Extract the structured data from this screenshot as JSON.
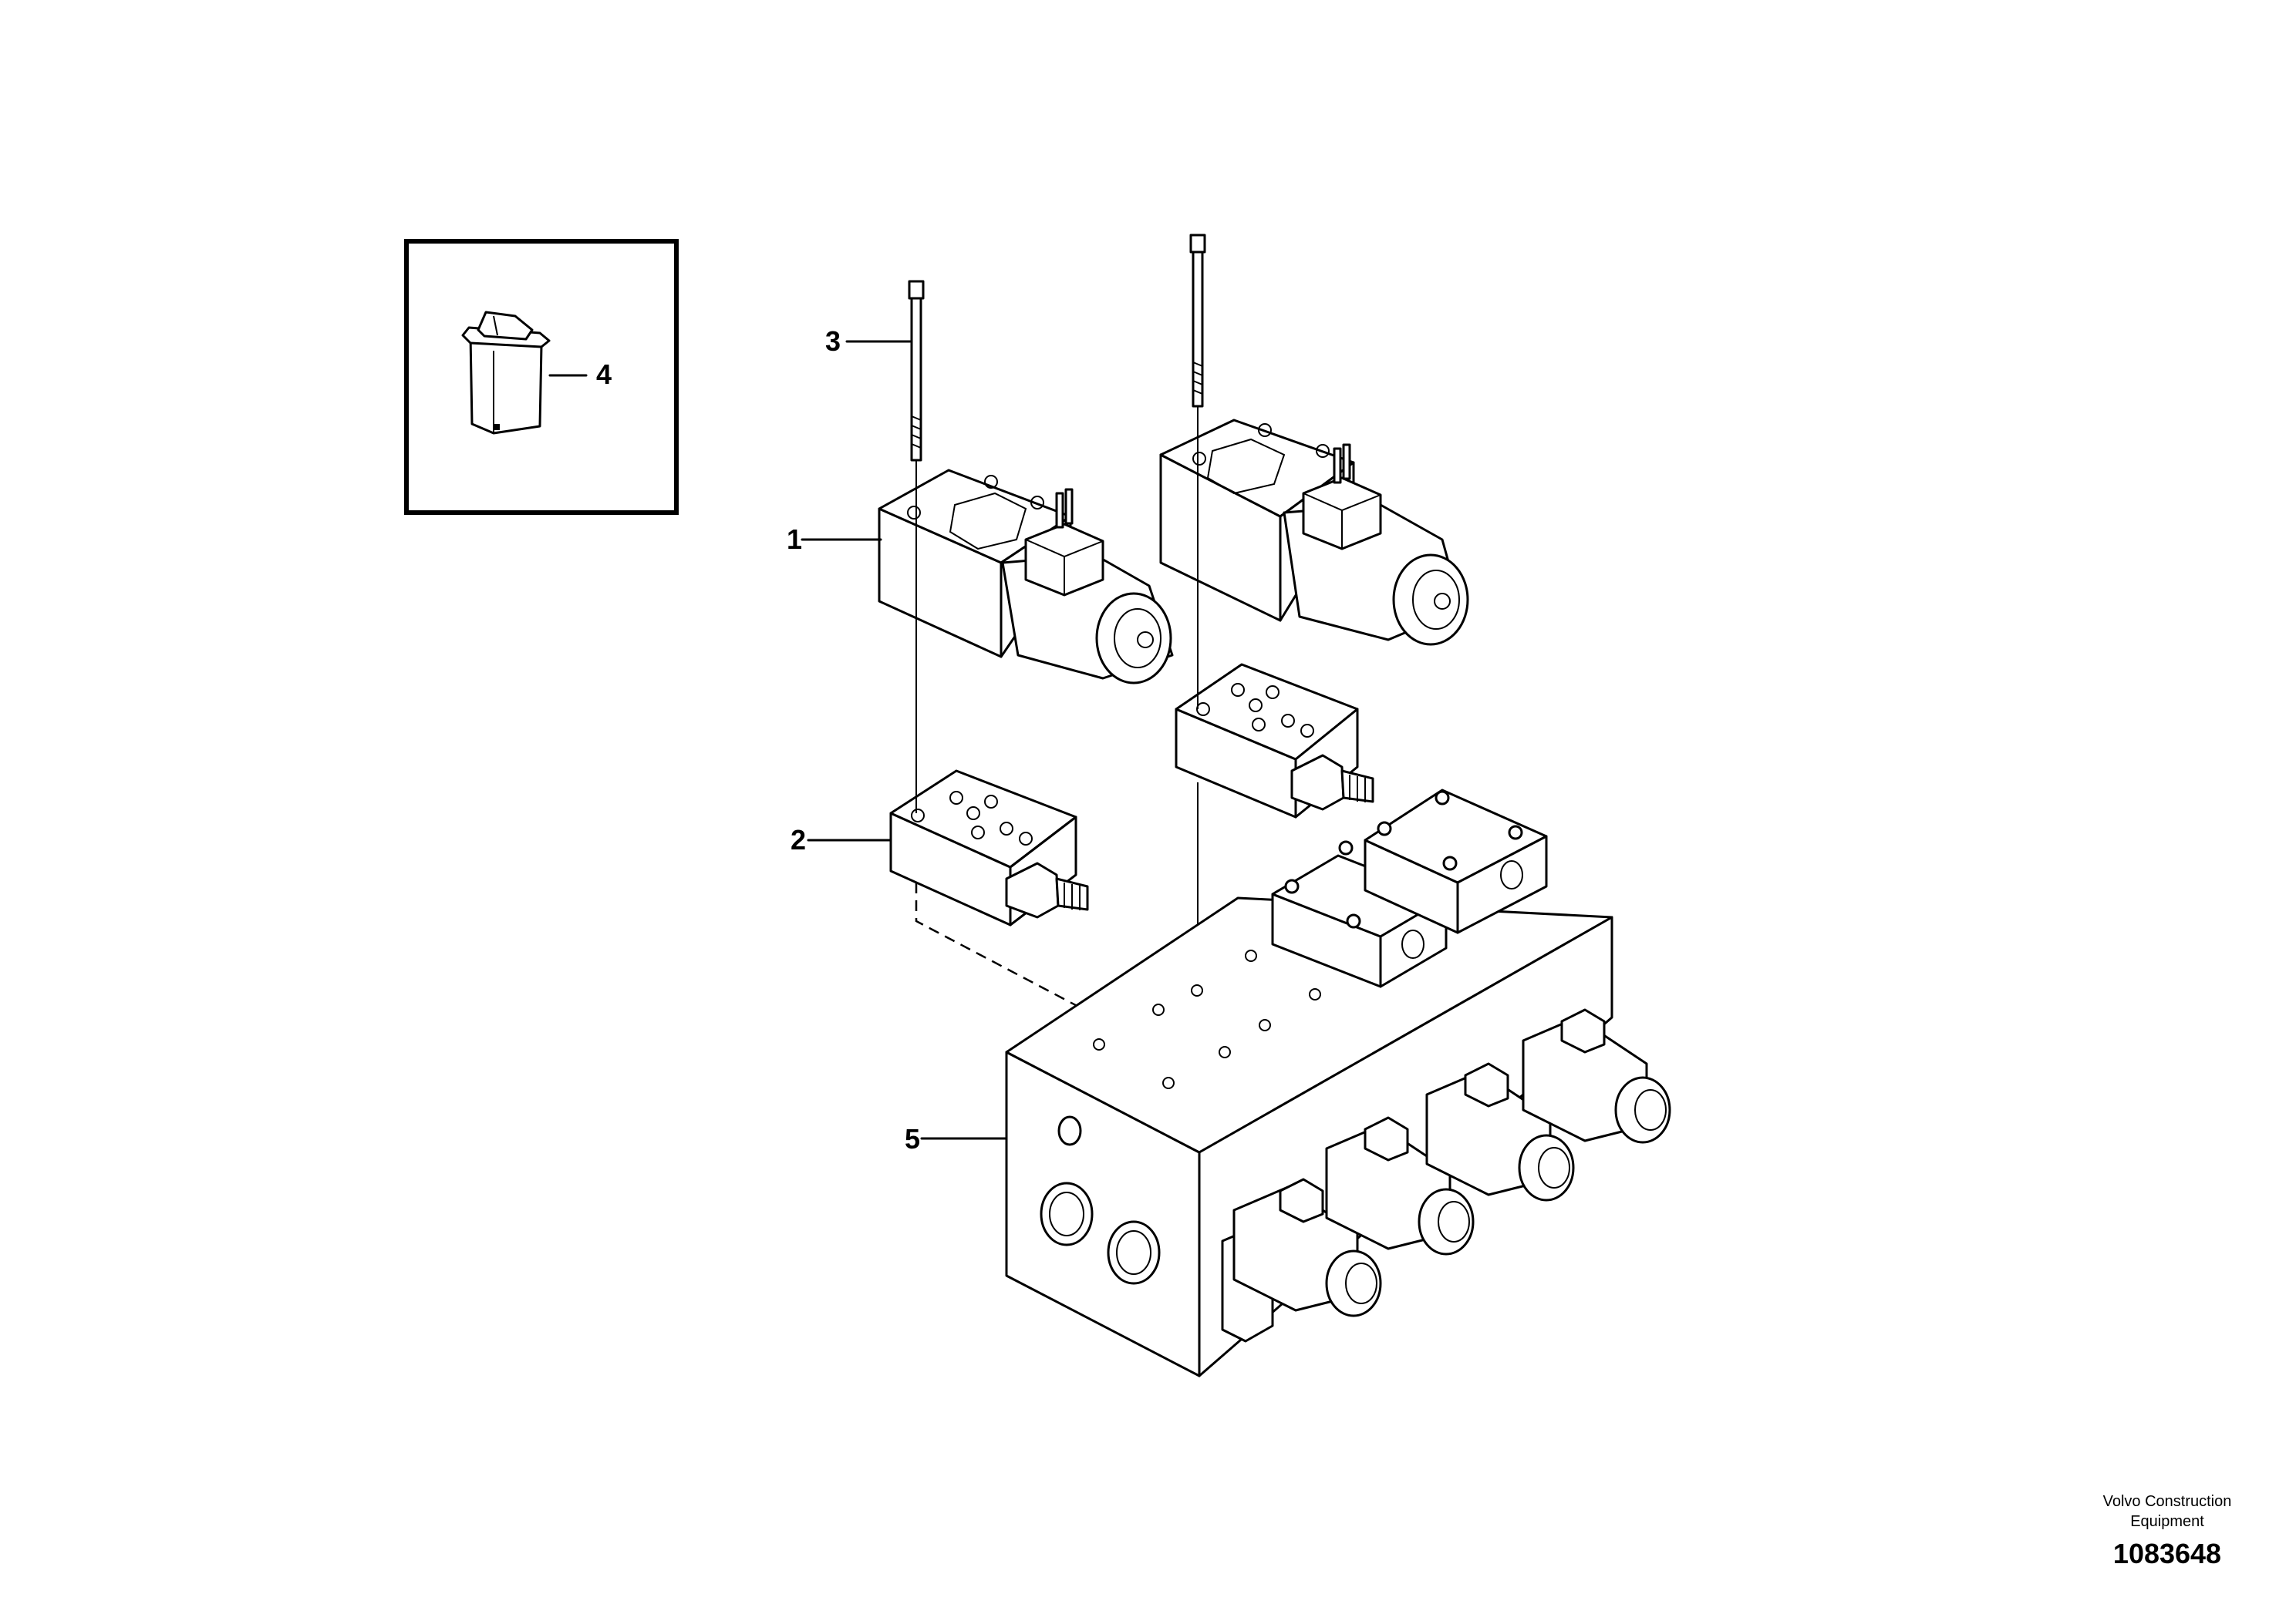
{
  "callouts": [
    {
      "id": "1",
      "label": "1"
    },
    {
      "id": "2",
      "label": "2"
    },
    {
      "id": "3",
      "label": "3"
    },
    {
      "id": "4",
      "label": "4"
    },
    {
      "id": "5",
      "label": "5"
    }
  ],
  "footer": {
    "brand_line1": "Volvo Construction",
    "brand_line2": "Equipment",
    "doc_number": "1083648"
  }
}
